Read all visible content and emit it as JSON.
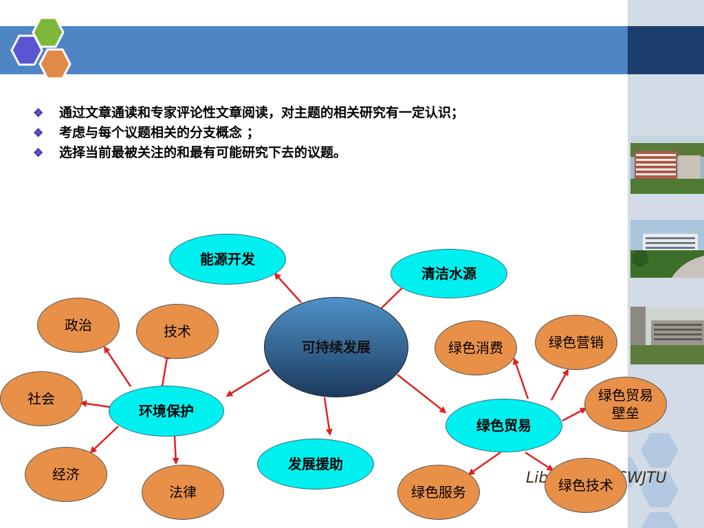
{
  "bullets": [
    "通过文章通读和专家评论性文章阅读，对主题的相关研究有一定认识；",
    "考虑与每个议题相关的分支概念 ；",
    "选择当前最被关注的和最有可能研究下去的议题。"
  ],
  "bullet_marker": "❖",
  "nodes": {
    "center": "可持续发展",
    "energy": "能源开发",
    "water": "清洁水源",
    "aid": "发展援助",
    "env": "环境保护",
    "trade": "绿色贸易",
    "politics": "政治",
    "tech": "技术",
    "society": "社会",
    "economy": "经济",
    "law": "法律",
    "consume": "绿色消费",
    "marketing": "绿色营销",
    "barrier_1": "绿色贸易",
    "barrier_2": "壁垒",
    "service": "绿色服务",
    "greentech": "绿色技术"
  },
  "watermark": {
    "left": "Lib",
    "right": "SWJTU"
  },
  "colors": {
    "topbar": "#5085c5",
    "cyan": "#00f0f0",
    "orange": "#e89048",
    "arrow": "#e02020"
  }
}
